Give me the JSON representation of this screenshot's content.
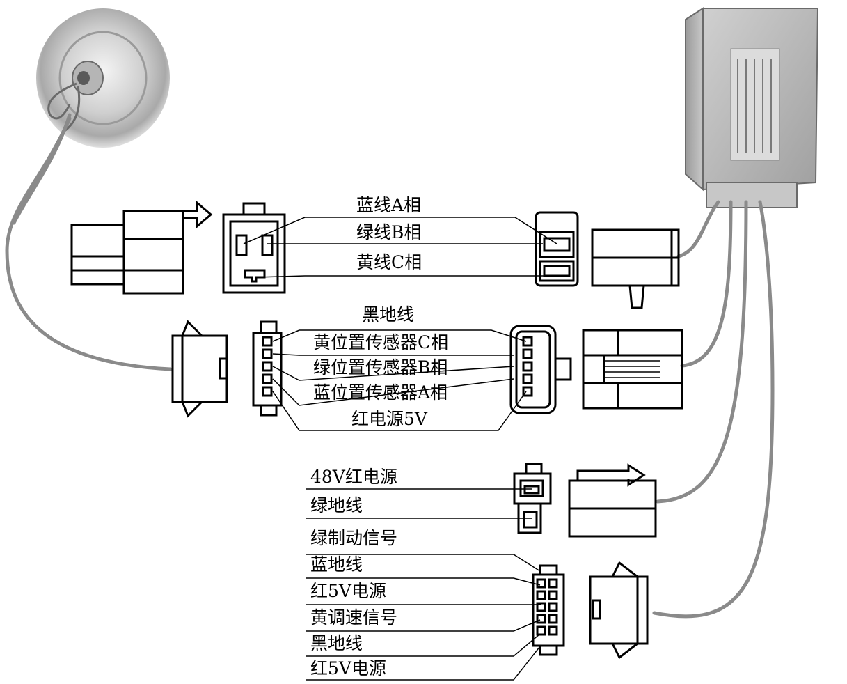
{
  "motor_connector_labels": {
    "phase_a": "蓝线A相",
    "phase_b": "绿线B相",
    "phase_c": "黄线C相"
  },
  "hall_connector_labels": {
    "ground": "黑地线",
    "sensor_c": "黄位置传感器C相",
    "sensor_b": "绿位置传感器B相",
    "sensor_a": "蓝位置传感器A相",
    "power_5v": "红电源5V"
  },
  "power_connector_labels": {
    "power_48v": "48V红电源",
    "ground": "绿地线"
  },
  "throttle_connector_labels": {
    "brake_signal": "绿制动信号",
    "blue_ground": "蓝地线",
    "red_5v_a": "红5V电源",
    "speed_signal": "黄调速信号",
    "black_ground": "黑地线",
    "red_5v_b": "红5V电源"
  },
  "colors": {
    "wire": "#8a8a8a",
    "line": "#000000",
    "background": "#ffffff"
  }
}
